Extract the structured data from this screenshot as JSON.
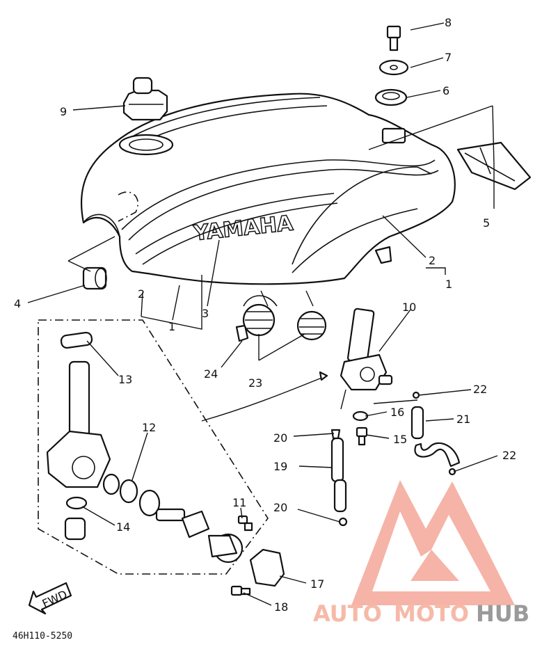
{
  "tank_brand": "YAMAHA",
  "fwd_label": "FWD",
  "diagram_code": "46H110-5250",
  "watermark": {
    "part1": "AUTO",
    "part2": "MOTO",
    "part3": "HUB",
    "color_light": "#f6b9a8",
    "color_dark": "#9a9a9a"
  },
  "callouts": {
    "c1a": "1",
    "c1b": "1",
    "c2a": "2",
    "c2b": "2",
    "c3": "3",
    "c4": "4",
    "c5": "5",
    "c6": "6",
    "c7": "7",
    "c8": "8",
    "c9": "9",
    "c10": "10",
    "c11": "11",
    "c12": "12",
    "c13": "13",
    "c14": "14",
    "c15": "15",
    "c16": "16",
    "c17": "17",
    "c18": "18",
    "c19": "19",
    "c20a": "20",
    "c20b": "20",
    "c21": "21",
    "c22a": "22",
    "c22b": "22",
    "c23": "23",
    "c24": "24"
  }
}
